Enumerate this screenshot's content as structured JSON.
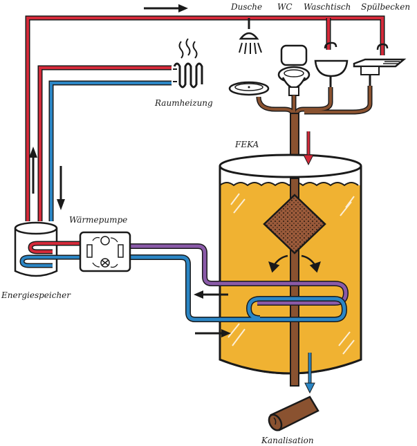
{
  "fixtures": {
    "shower": "Dusche",
    "toilet": "WC",
    "washbasin": "Waschtisch",
    "sink": "Spülbecken"
  },
  "labels": {
    "space_heating": "Raumheizung",
    "tank": "FEKA",
    "heat_pump": "Wärmepumpe",
    "energy_storage": "Energiespeicher",
    "sewer": "Kanalisation"
  },
  "colors": {
    "hot_pipe": "#d42a3a",
    "cold_pipe": "#2b86c5",
    "refrigerant": "#8a5aa8",
    "wastewater": "#8a5230",
    "tank_liquid": "#f0b232",
    "filter": "#9a5a3a",
    "outline": "#1a1a1a"
  }
}
